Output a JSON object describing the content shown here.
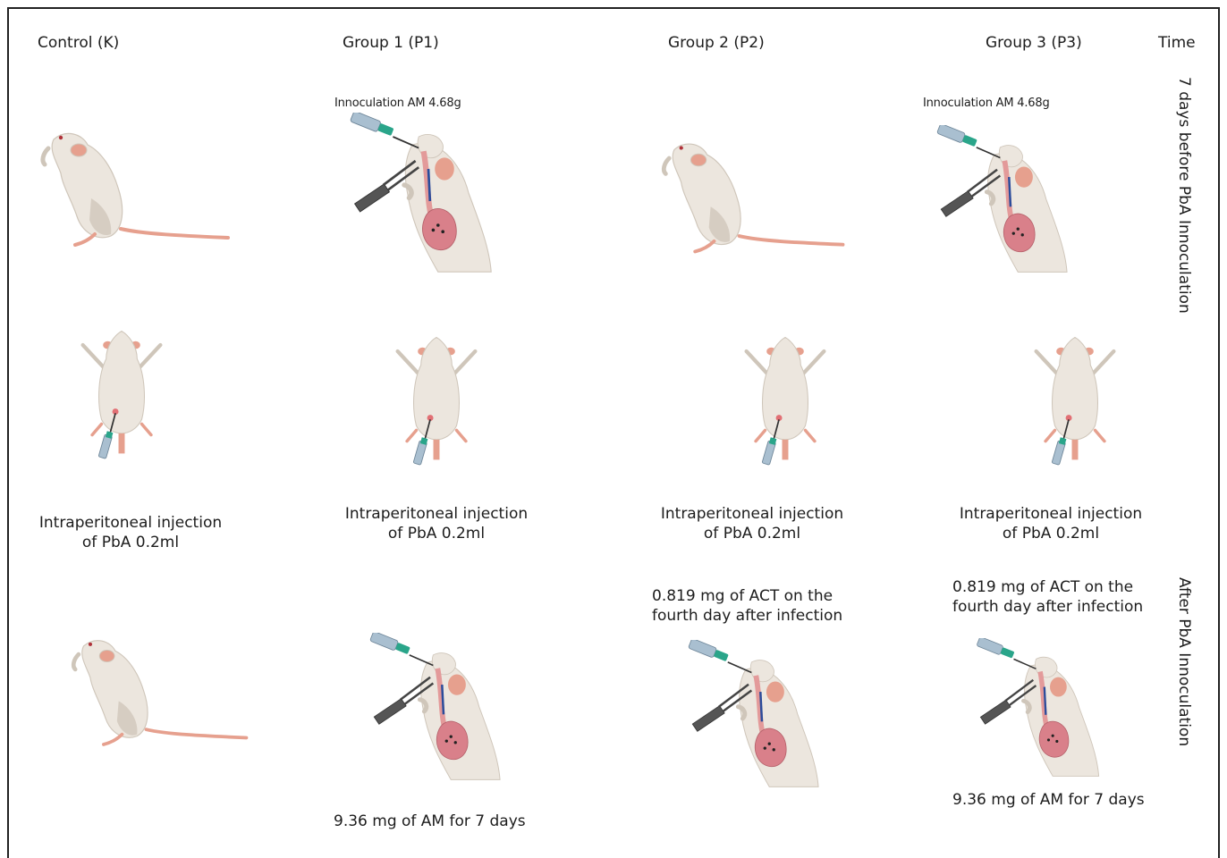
{
  "headers": {
    "control": "Control (K)",
    "group1": "Group 1 (P1)",
    "group2": "Group 2 (P2)",
    "group3": "Group 3 (P3)",
    "time": "Time"
  },
  "time_labels": {
    "before": "7 days before PbA Innoculation",
    "after": "After  PbA Innoculation"
  },
  "row1": {
    "p1_label": "Innoculation AM 4.68g",
    "p3_label": "Innoculation AM 4.68g"
  },
  "row2": {
    "injection_line1": "Intraperitoneal injection",
    "injection_line2": "of PbA 0.2ml"
  },
  "row3": {
    "p1_caption": "9.36 mg of AM for 7 days",
    "p2_caption_line1": "0.819 mg of ACT on the",
    "p2_caption_line2": "fourth day after infection",
    "p3_caption_line1": "0.819 mg of ACT on the",
    "p3_caption_line2": "fourth day after infection",
    "p3_caption_bottom": "9.36 mg of AM for 7 days"
  },
  "colors": {
    "mouse_body": "#ece6de",
    "mouse_shade": "#d6cdc2",
    "ear_tail": "#e6a08e",
    "lung": "#d9808a",
    "syringe_cap": "#2aa58a",
    "syringe_barrel": "#a9bfd0"
  }
}
